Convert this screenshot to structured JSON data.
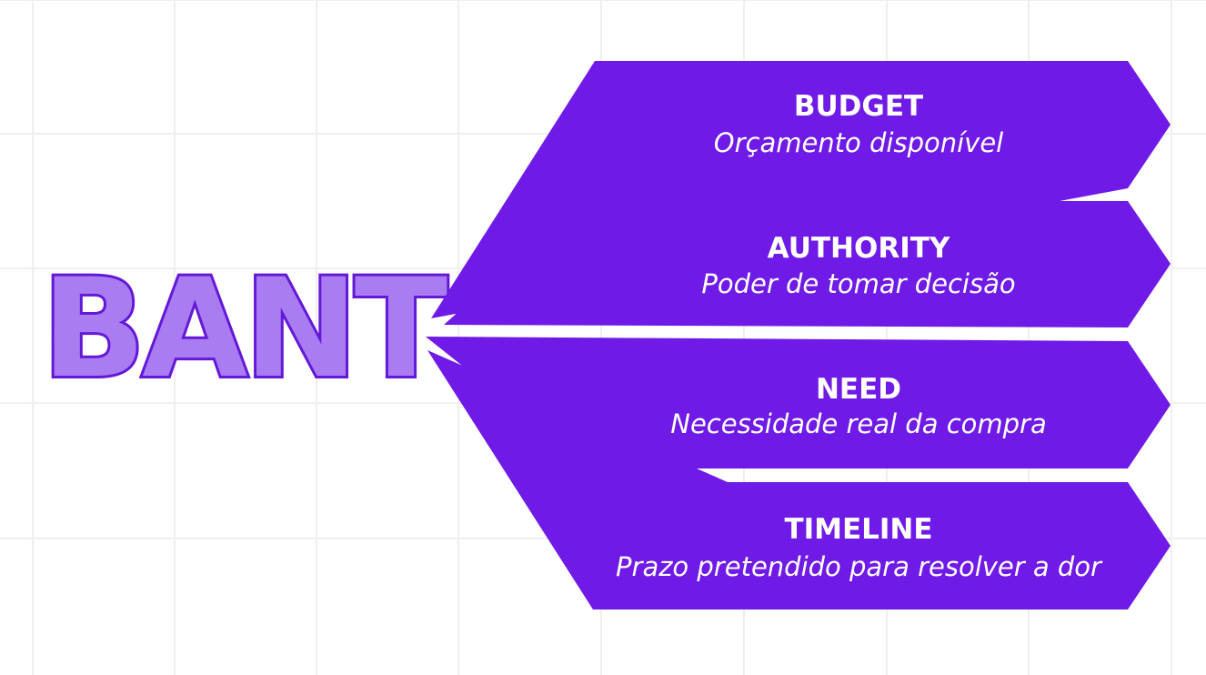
{
  "title": "BANT",
  "colors": {
    "accent": "#6f1ae6",
    "title_fill": "#a97cf1",
    "title_outline": "#6418d8",
    "text": "#ffffff",
    "grid": "#efefef",
    "background": "#ffffff"
  },
  "segments": [
    {
      "title": "BUDGET",
      "subtitle": "Orçamento disponível"
    },
    {
      "title": "AUTHORITY",
      "subtitle": "Poder de tomar decisão"
    },
    {
      "title": "NEED",
      "subtitle": "Necessidade real da compra"
    },
    {
      "title": "TIMELINE",
      "subtitle": "Prazo pretendido para resolver a dor"
    }
  ]
}
